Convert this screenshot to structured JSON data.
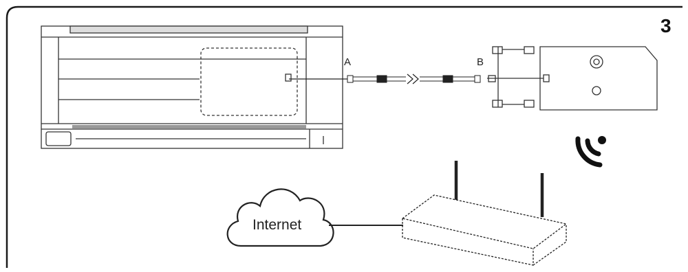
{
  "step_number": "3",
  "connector_a_label": "A",
  "connector_b_label": "B",
  "cloud_label": "Internet",
  "colors": {
    "line": "#222222",
    "fill": "#ffffff",
    "border": "#1a1a1a"
  },
  "icons": [
    "air-conditioner-indoor-unit-icon",
    "cable-icon",
    "wifi-adapter-module-icon",
    "wireless-signal-icon",
    "cloud-icon",
    "router-icon"
  ]
}
